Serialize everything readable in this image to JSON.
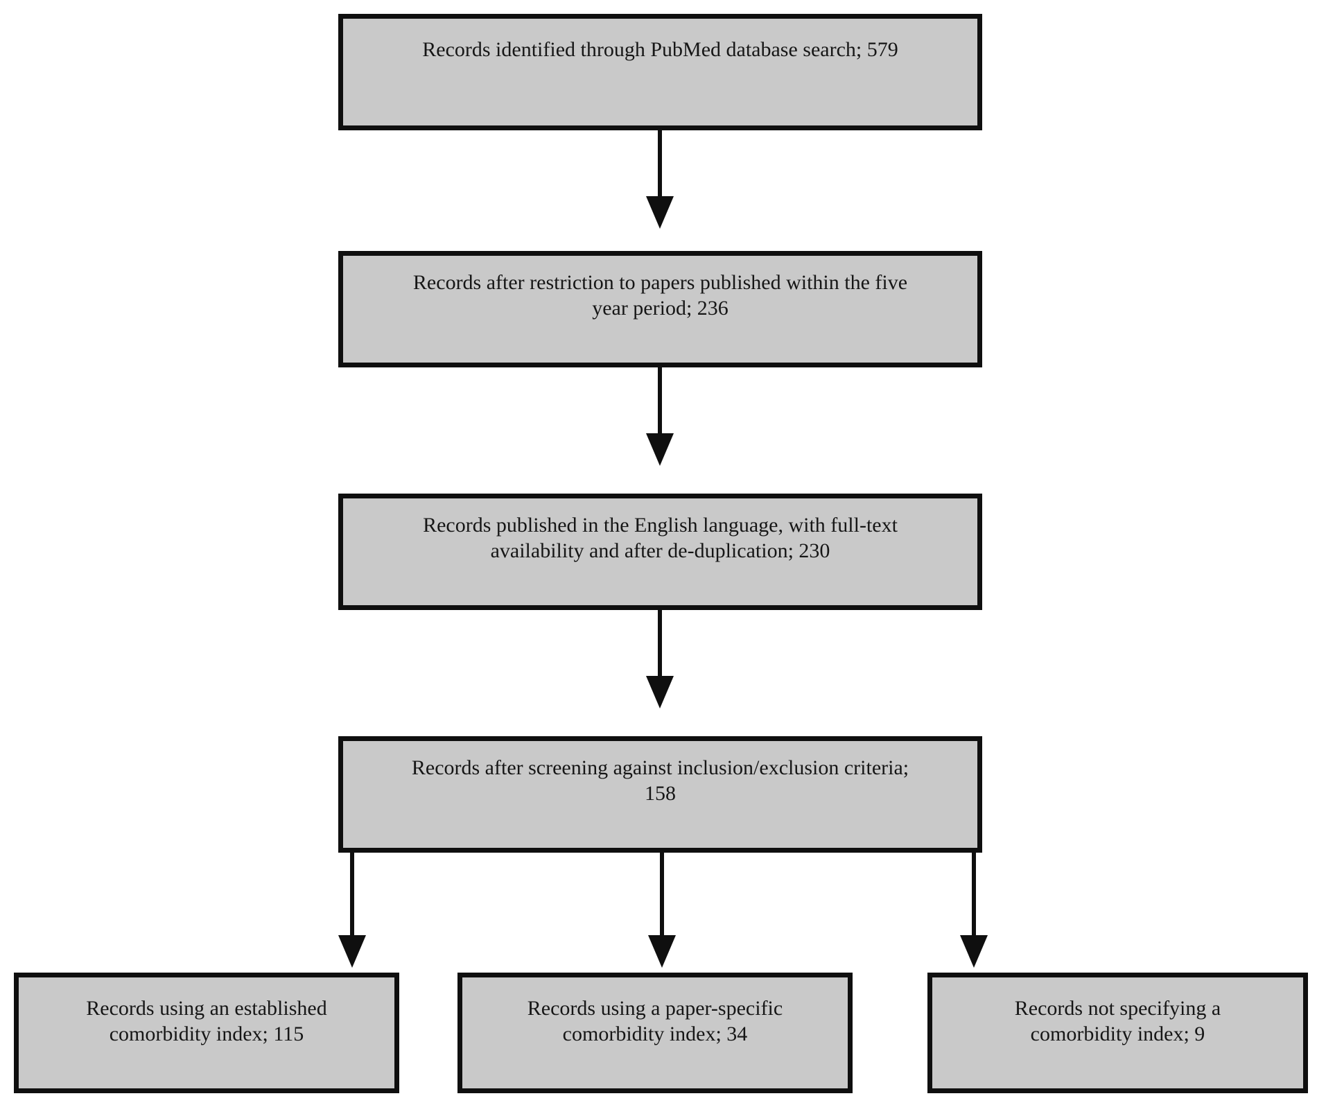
{
  "figure": {
    "colors": {
      "box_fill": "#c9c9c9",
      "box_border": "#0f0f0f",
      "arrow": "#0f0f0f",
      "text": "#161616",
      "background": "#ffffff"
    },
    "nodes": {
      "identified": {
        "lines": [
          "Records identified through PubMed database search; 579"
        ],
        "count": 579
      },
      "restricted": {
        "lines": [
          "Records after restriction to papers published within the five",
          "year period; 236"
        ],
        "count": 236
      },
      "english_fulltext": {
        "lines": [
          "Records published in the English language, with full-text",
          "availability and after de-duplication; 230"
        ],
        "count": 230
      },
      "screened": {
        "lines": [
          "Records after screening against inclusion/exclusion criteria;",
          "158"
        ],
        "count": 158
      },
      "established_index": {
        "lines": [
          "Records using an established",
          "comorbidity index; 115"
        ],
        "count": 115
      },
      "paper_specific_index": {
        "lines": [
          "Records using a paper-specific",
          "comorbidity index; 34"
        ],
        "count": 34
      },
      "no_index": {
        "lines": [
          "Records not specifying a",
          "comorbidity index; 9"
        ],
        "count": 9
      }
    }
  }
}
